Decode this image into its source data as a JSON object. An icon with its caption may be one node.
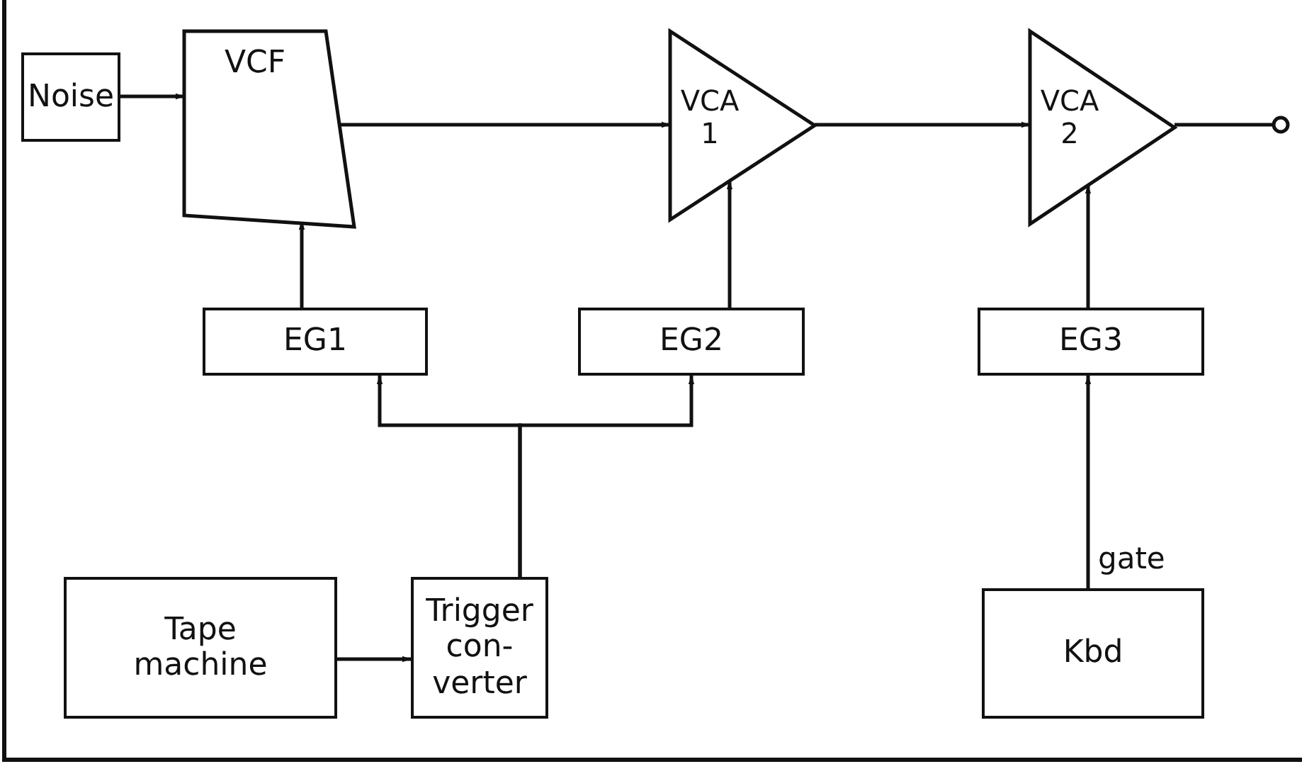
{
  "diagram": {
    "nodes": [
      {
        "text": [
          "Noise"
        ]
      },
      {
        "text": [
          "VCF"
        ]
      },
      {
        "text": [
          "VCA 1"
        ]
      },
      {
        "text": [
          "VCA 2"
        ]
      },
      {
        "text": [],
        "shape": "circle"
      },
      {
        "text": [
          "EG1"
        ]
      },
      {
        "text": [
          "EG2"
        ]
      },
      {
        "text": [
          "EG3"
        ]
      },
      {
        "text": [
          "Tape machine"
        ]
      },
      {
        "text": [
          "Trigger con- verter"
        ]
      },
      {
        "text": [
          "Kbd"
        ]
      }
    ],
    "edges": [
      {
        "from": 0,
        "to": 1,
        "arrow": "to"
      },
      {
        "from": 1,
        "to": 2,
        "arrow": "to"
      },
      {
        "from": 2,
        "to": 3,
        "arrow": "to"
      },
      {
        "from": 3,
        "to": 4,
        "arrow": "none"
      },
      {
        "from": 5,
        "to": 1,
        "arrow": "to"
      },
      {
        "from": 6,
        "to": 2,
        "arrow": "to"
      },
      {
        "from": 7,
        "to": 3,
        "arrow": "to"
      },
      {
        "from": 8,
        "to": 9,
        "arrow": "to"
      },
      {
        "from": 9,
        "to": 5,
        "arrow": "to"
      },
      {
        "from": 9,
        "to": 6,
        "arrow": "to"
      },
      {
        "from": 10,
        "to": 7,
        "arrow": "to",
        "label": "gate"
      }
    ]
  }
}
